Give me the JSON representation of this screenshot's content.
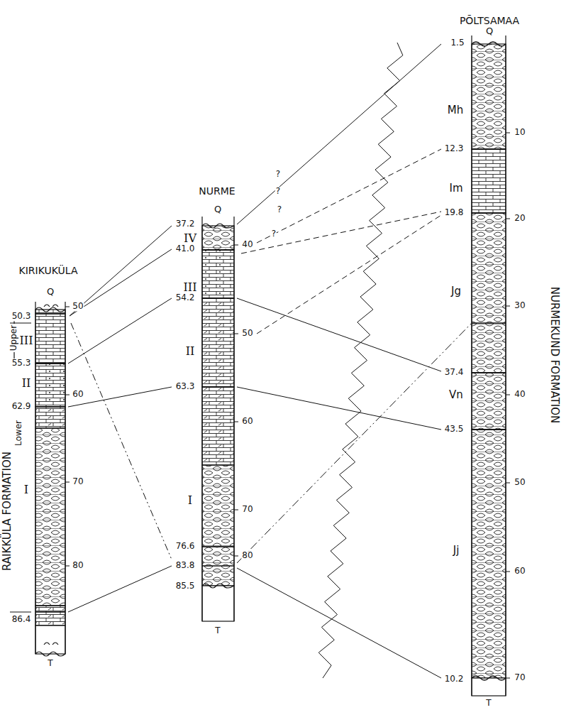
{
  "diagram": {
    "labels": [
      "PÕLTSAMAA",
      "NURME",
      "KIRIKUKÜLA",
      "Q",
      "Q",
      "Q",
      "1.5",
      "Mh",
      "10",
      "12.3",
      "Im",
      "19.8",
      "20",
      "Jg",
      "30",
      "37.4",
      "Vn",
      "40",
      "43.5",
      "50",
      "Jj",
      "60",
      "10.2",
      "70",
      "T",
      "NURMEKUND FORMATION",
      "37.2",
      "IV",
      "40",
      "41.0",
      "III",
      "50",
      "54.2",
      "II",
      "60",
      "63.3",
      "I",
      "70",
      "76.6",
      "80",
      "83.8",
      "85.5",
      "T",
      "?",
      "?",
      "?",
      "?",
      "50.3",
      "50",
      "III",
      "Upper",
      "55.3",
      "II",
      "60",
      "62.9",
      "I",
      "70",
      "80",
      "86.4",
      "T",
      "RAIKKÜLA FORMATION",
      "Lower"
    ]
  }
}
